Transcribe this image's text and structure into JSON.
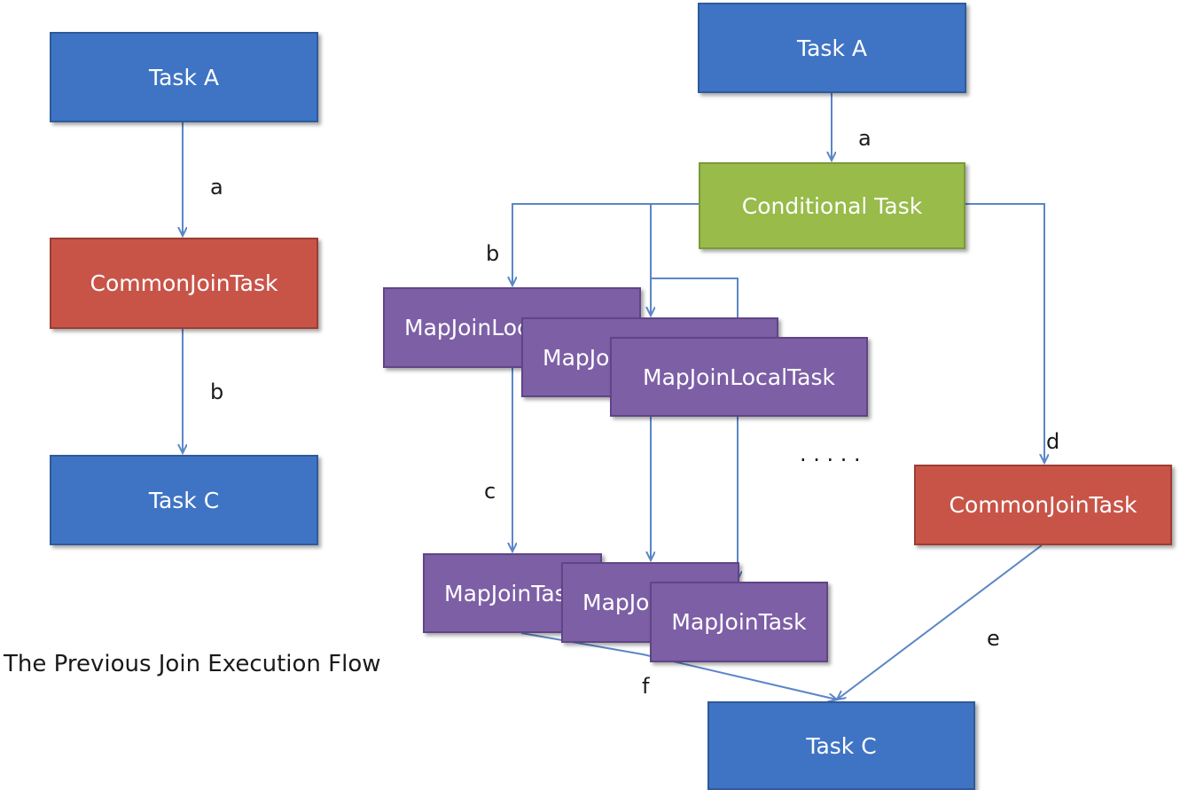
{
  "left_flow": {
    "task_a": "Task A",
    "common_join": "CommonJoinTask",
    "task_c": "Task C",
    "edge_a": "a",
    "edge_b": "b",
    "caption": "The Previous Join Execution Flow"
  },
  "right_flow": {
    "task_a": "Task A",
    "conditional": "Conditional Task",
    "local_tasks": [
      "MapJoinLocalTask",
      "MapJoinLocalTask",
      "MapJoinLocalTask"
    ],
    "map_join_tasks": [
      "MapJoinTask",
      "MapJoinTask",
      "MapJoinTask"
    ],
    "common_join": "CommonJoinTask",
    "task_c": "Task C",
    "ellipsis": ". . . . .",
    "edge_a": "a",
    "edge_b": "b",
    "edge_c": "c",
    "edge_d": "d",
    "edge_e": "e",
    "edge_f": "f"
  },
  "colors": {
    "task_blue": "#3f74c4",
    "common_join_red": "#c85448",
    "conditional_green": "#98bb4a",
    "map_join_purple": "#7d5fa6",
    "arrow": "#5b86c7"
  }
}
